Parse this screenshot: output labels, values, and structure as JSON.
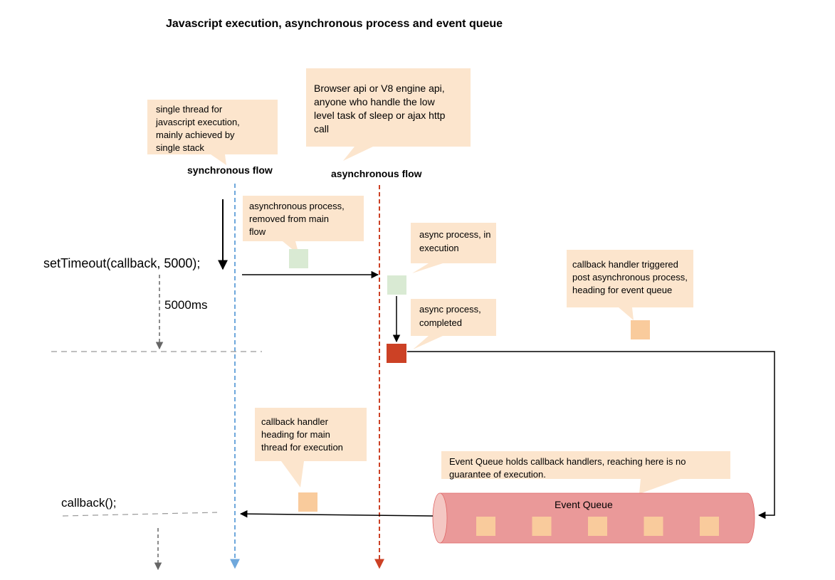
{
  "title": "Javascript execution, asynchronous process and event queue",
  "lanes": {
    "sync_label": "synchronous flow",
    "async_label": "asynchronous flow"
  },
  "code": {
    "set_timeout": "setTimeout(callback, 5000);",
    "delay": "5000ms",
    "callback_call": "callback();"
  },
  "notes": {
    "single_thread": [
      "single thread for",
      "javascript execution,",
      "mainly achieved by",
      "single stack"
    ],
    "browser_api": [
      "Browser api or V8 engine api,",
      "anyone who handle the low",
      "level task of sleep or ajax http",
      "call"
    ],
    "async_removed": [
      "asynchronous process,",
      "removed from main",
      "flow"
    ],
    "async_in_execution": [
      "async process, in",
      "execution"
    ],
    "async_completed": [
      "async process,",
      "completed"
    ],
    "callback_triggered": [
      "callback handler triggered",
      "post asynchronous process,",
      "heading for event queue"
    ],
    "callback_main_thread": [
      "callback handler",
      "heading for main",
      "thread for execution"
    ],
    "event_queue_note": [
      "Event Queue holds callback handlers, reaching here is no",
      "guarantee of execution."
    ]
  },
  "event_queue": {
    "label": "Event Queue",
    "slot_count": 5
  },
  "colors": {
    "callout_bg": "#fce5cd",
    "sync_line": "#6fa8dc",
    "async_line": "#cc4125",
    "pending_box": "#d9ead3",
    "completed_box": "#cc4125",
    "handler_box": "#f9cb9c",
    "queue_body": "#ea9999",
    "queue_cap": "#f4c7c3",
    "dash_gray": "#999999"
  }
}
